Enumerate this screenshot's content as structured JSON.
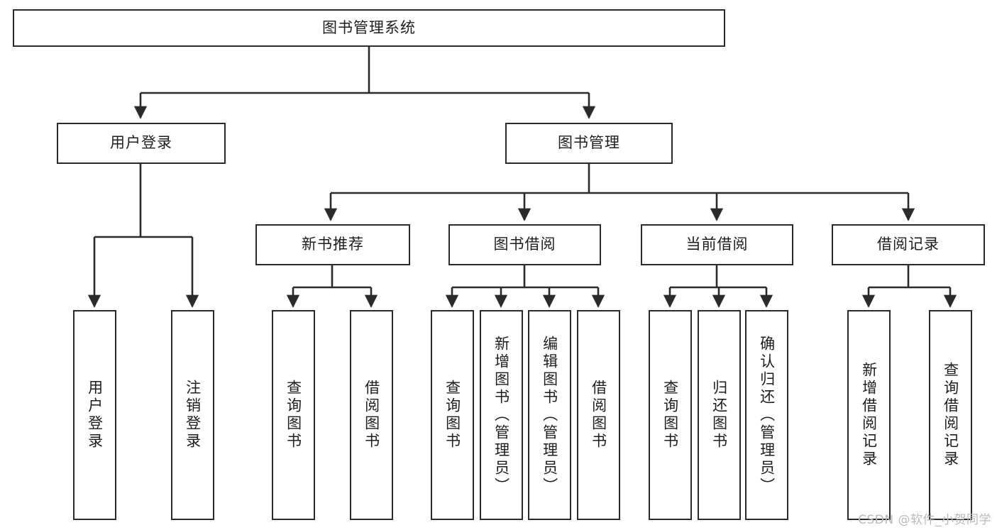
{
  "diagram": {
    "title_box": {
      "label": "图书管理系统"
    },
    "level2": [
      {
        "id": "user-login",
        "label": "用户登录"
      },
      {
        "id": "book-management",
        "label": "图书管理"
      }
    ],
    "level3": [
      {
        "id": "new-book-recommend",
        "label": "新书推荐"
      },
      {
        "id": "book-borrow",
        "label": "图书借阅"
      },
      {
        "id": "current-borrow",
        "label": "当前借阅"
      },
      {
        "id": "borrow-record",
        "label": "借阅记录"
      }
    ],
    "leaves": {
      "user_login": [
        {
          "id": "leaf-user-login",
          "label": "用户登录"
        },
        {
          "id": "leaf-logout-login",
          "label": "注销登录"
        }
      ],
      "new_book_recommend": [
        {
          "id": "leaf-query-book-1",
          "label": "查询图书"
        },
        {
          "id": "leaf-borrow-book-1",
          "label": "借阅图书"
        }
      ],
      "book_borrow": [
        {
          "id": "leaf-query-book-2",
          "label": "查询图书"
        },
        {
          "id": "leaf-add-book",
          "label": "新增图书（管理员）"
        },
        {
          "id": "leaf-edit-book",
          "label": "编辑图书（管理员）"
        },
        {
          "id": "leaf-borrow-book-2",
          "label": "借阅图书"
        }
      ],
      "current_borrow": [
        {
          "id": "leaf-query-book-3",
          "label": "查询图书"
        },
        {
          "id": "leaf-return-book",
          "label": "归还图书"
        },
        {
          "id": "leaf-confirm-return",
          "label": "确认归还（管理员）"
        }
      ],
      "borrow_record": [
        {
          "id": "leaf-add-record",
          "label": "新增借阅记录"
        },
        {
          "id": "leaf-query-record",
          "label": "查询借阅记录"
        }
      ]
    },
    "watermark": {
      "text": "CSDN @软件_小贺同学"
    },
    "colors": {
      "stroke": "#2b2b2b",
      "fill": "#ffffff",
      "text": "#1d1d1d",
      "watermark": "#b9b9b9"
    }
  }
}
